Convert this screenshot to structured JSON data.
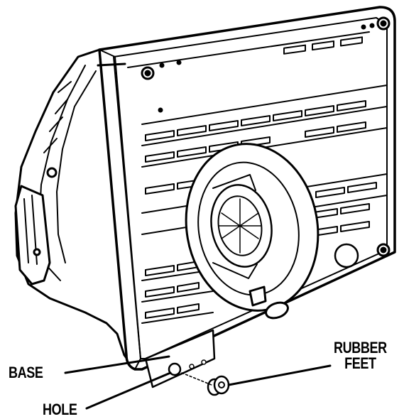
{
  "labels": {
    "base": "BASE",
    "hole": "HOLE",
    "rubber_line1": "RUBBER",
    "rubber_line2": "FEET"
  },
  "colors": {
    "ink": "#000000",
    "paper": "#ffffff",
    "shade": "#e6e6e6"
  }
}
